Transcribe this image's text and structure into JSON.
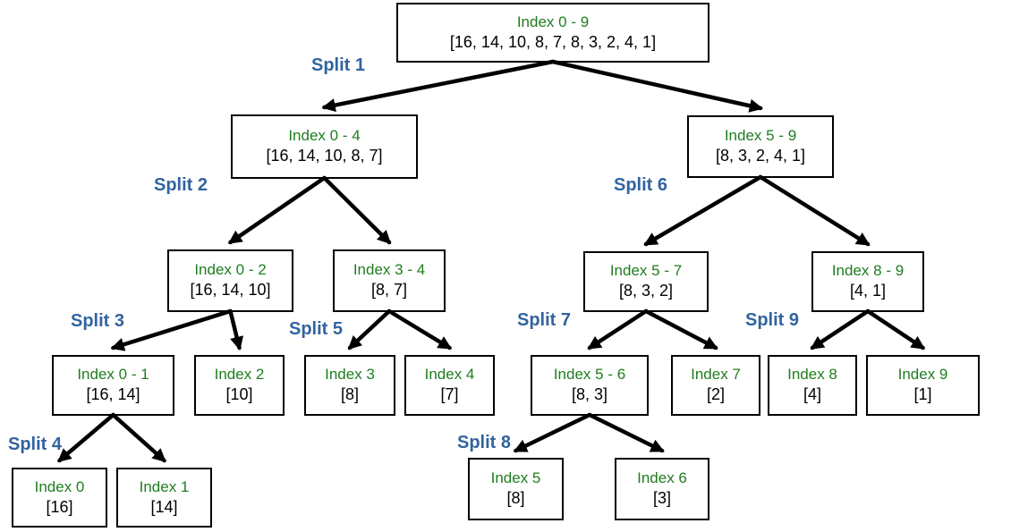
{
  "diagram": {
    "nodes": [
      {
        "id": "n0_9",
        "range": "Index 0 - 9",
        "values": "[16, 14, 10, 8, 7, 8, 3, 2, 4, 1]"
      },
      {
        "id": "n0_4",
        "range": "Index 0 - 4",
        "values": "[16, 14, 10, 8, 7]"
      },
      {
        "id": "n5_9",
        "range": "Index 5 - 9",
        "values": "[8, 3, 2, 4, 1]"
      },
      {
        "id": "n0_2",
        "range": "Index 0 - 2",
        "values": "[16, 14, 10]"
      },
      {
        "id": "n3_4",
        "range": "Index 3 - 4",
        "values": "[8, 7]"
      },
      {
        "id": "n5_7",
        "range": "Index 5 - 7",
        "values": "[8, 3, 2]"
      },
      {
        "id": "n8_9",
        "range": "Index 8 - 9",
        "values": "[4, 1]"
      },
      {
        "id": "n0_1",
        "range": "Index 0 - 1",
        "values": "[16, 14]"
      },
      {
        "id": "n2",
        "range": "Index 2",
        "values": "[10]"
      },
      {
        "id": "n3",
        "range": "Index 3",
        "values": "[8]"
      },
      {
        "id": "n4",
        "range": "Index 4",
        "values": "[7]"
      },
      {
        "id": "n5_6",
        "range": "Index 5 - 6",
        "values": "[8, 3]"
      },
      {
        "id": "n7",
        "range": "Index 7",
        "values": "[2]"
      },
      {
        "id": "n8",
        "range": "Index 8",
        "values": "[4]"
      },
      {
        "id": "n9",
        "range": "Index 9",
        "values": "[1]"
      },
      {
        "id": "n0",
        "range": "Index 0",
        "values": "[16]"
      },
      {
        "id": "n1",
        "range": "Index 1",
        "values": "[14]"
      },
      {
        "id": "n5",
        "range": "Index 5",
        "values": "[8]"
      },
      {
        "id": "n6",
        "range": "Index 6",
        "values": "[3]"
      }
    ],
    "splits": [
      {
        "id": "s1",
        "label": "Split 1"
      },
      {
        "id": "s2",
        "label": "Split 2"
      },
      {
        "id": "s3",
        "label": "Split 3"
      },
      {
        "id": "s4",
        "label": "Split 4"
      },
      {
        "id": "s5",
        "label": "Split 5"
      },
      {
        "id": "s6",
        "label": "Split 6"
      },
      {
        "id": "s7",
        "label": "Split 7"
      },
      {
        "id": "s8",
        "label": "Split 8"
      },
      {
        "id": "s9",
        "label": "Split 9"
      }
    ],
    "edges": [
      [
        "n0_9",
        "n0_4"
      ],
      [
        "n0_9",
        "n5_9"
      ],
      [
        "n0_4",
        "n0_2"
      ],
      [
        "n0_4",
        "n3_4"
      ],
      [
        "n5_9",
        "n5_7"
      ],
      [
        "n5_9",
        "n8_9"
      ],
      [
        "n0_2",
        "n0_1"
      ],
      [
        "n0_2",
        "n2"
      ],
      [
        "n3_4",
        "n3"
      ],
      [
        "n3_4",
        "n4"
      ],
      [
        "n5_7",
        "n5_6"
      ],
      [
        "n5_7",
        "n7"
      ],
      [
        "n8_9",
        "n8"
      ],
      [
        "n8_9",
        "n9"
      ],
      [
        "n0_1",
        "n0"
      ],
      [
        "n0_1",
        "n1"
      ],
      [
        "n5_6",
        "n5"
      ],
      [
        "n5_6",
        "n6"
      ]
    ],
    "colors": {
      "range_text": "#1F7D1F",
      "array_text": "#000000",
      "split_text": "#3264A0",
      "box_border": "#000000",
      "box_background": "#FFFFFF",
      "arrow": "#000000"
    }
  }
}
